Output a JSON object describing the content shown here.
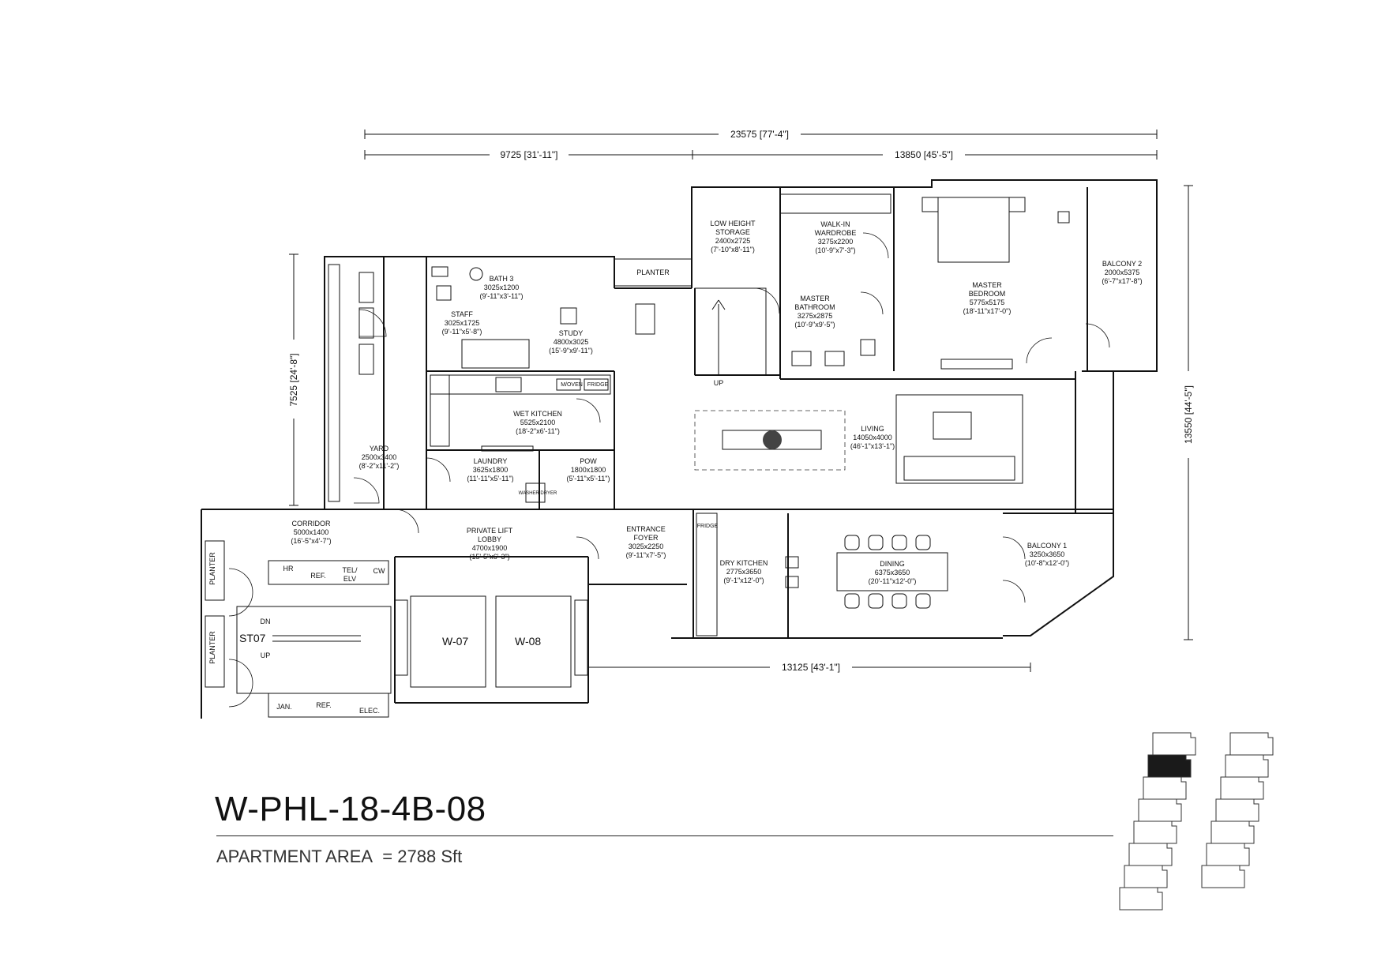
{
  "title": "W-PHL-18-4B-08",
  "area": {
    "label": "APARTMENT AREA",
    "equals": "=",
    "value": "2788 Sft"
  },
  "dimensions": {
    "overall_width": "23575 [77'-4\"]",
    "left_width": "9725 [31'-11\"]",
    "right_width": "13850 [45'-5\"]",
    "right_height": "13550 [44'-5\"]",
    "left_height": "7525 [24'-8\"]",
    "bottom_width": "13125 [43'-1\"]"
  },
  "rooms": {
    "bath3": {
      "name": "BATH 3",
      "size": "3025x1200",
      "imperial": "(9'-11\"x3'-11\")"
    },
    "staff": {
      "name": "STAFF",
      "size": "3025x1725",
      "imperial": "(9'-11\"x5'-8\")"
    },
    "study": {
      "name": "STUDY",
      "size": "4800x3025",
      "imperial": "(15'-9\"x9'-11\")"
    },
    "planter_top": {
      "name": "PLANTER"
    },
    "low_storage": {
      "name1": "LOW HEIGHT",
      "name2": "STORAGE",
      "size": "2400x2725",
      "imperial": "(7'-10\"x8'-11\")"
    },
    "walkin": {
      "name1": "WALK-IN",
      "name2": "WARDROBE",
      "size": "3275x2200",
      "imperial": "(10'-9\"x7'-3\")"
    },
    "master_bath": {
      "name1": "MASTER",
      "name2": "BATHROOM",
      "size": "3275x2875",
      "imperial": "(10'-9\"x9'-5\")"
    },
    "master_bed": {
      "name1": "MASTER",
      "name2": "BEDROOM",
      "size": "5775x5175",
      "imperial": "(18'-11\"x17'-0\")"
    },
    "balcony2": {
      "name": "BALCONY 2",
      "size": "2000x5375",
      "imperial": "(6'-7\"x17'-8\")"
    },
    "wet_kitchen": {
      "name": "WET KITCHEN",
      "size": "5525x2100",
      "imperial": "(18'-2\"x6'-11\")"
    },
    "living": {
      "name": "LIVING",
      "size": "14050x4000",
      "imperial": "(46'-1\"x13'-1\")"
    },
    "yard": {
      "name": "YARD",
      "size": "2500x3400",
      "imperial": "(8'-2\"x11'-2\")"
    },
    "laundry": {
      "name": "LAUNDRY",
      "size": "3625x1800",
      "imperial": "(11'-11\"x5'-11\")"
    },
    "pow": {
      "name": "POW",
      "size": "1800x1800",
      "imperial": "(5'-11\"x5'-11\")"
    },
    "corridor": {
      "name": "CORRIDOR",
      "size": "5000x1400",
      "imperial": "(16'-5\"x4'-7\")"
    },
    "lift_lobby": {
      "name1": "PRIVATE LIFT",
      "name2": "LOBBY",
      "size": "4700x1900",
      "imperial": "(15'-5\"x6'-3\")"
    },
    "entrance": {
      "name1": "ENTRANCE",
      "name2": "FOYER",
      "size": "3025x2250",
      "imperial": "(9'-11\"x7'-5\")"
    },
    "dry_kitchen": {
      "name": "DRY KITCHEN",
      "size": "2775x3650",
      "imperial": "(9'-1\"x12'-0\")"
    },
    "dining": {
      "name": "DINING",
      "size": "6375x3650",
      "imperial": "(20'-11\"x12'-0\")"
    },
    "balcony1": {
      "name": "BALCONY 1",
      "size": "3250x3650",
      "imperial": "(10'-8\"x12'-0\")"
    }
  },
  "labels": {
    "planter_left": "PLANTER",
    "stair": "ST07",
    "lift1": "W-07",
    "lift2": "W-08",
    "dn": "DN",
    "up": "UP",
    "up2": "UP",
    "refuse": "REF.",
    "refuse2": "REF.",
    "hr": "HR",
    "tel": "TEL/",
    "elv": "ELV",
    "cw": "CW",
    "jan": "JAN.",
    "elec": "ELEC.",
    "oven": "M/OVEN",
    "fridge": "FRIDGE",
    "fridge2": "FRIDGE",
    "washer": "WASHER DRYER"
  },
  "colors": {
    "ink": "#111111",
    "highlight": "#1a1a1a"
  }
}
